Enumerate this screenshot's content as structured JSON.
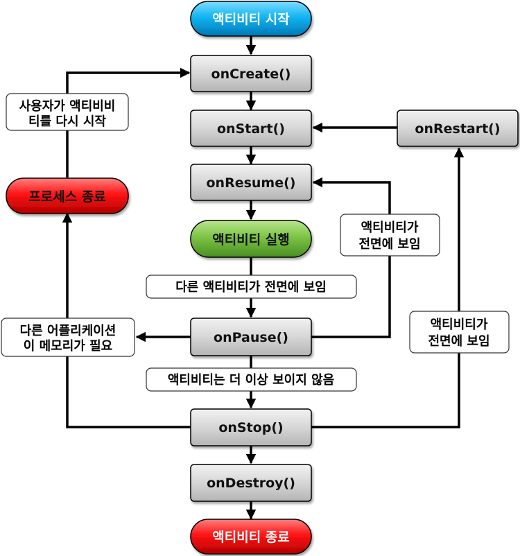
{
  "nodes": {
    "activity_start": "액티비티 시작",
    "on_create": "onCreate()",
    "on_start": "onStart()",
    "on_restart": "onRestart()",
    "on_resume": "onResume()",
    "activity_running": "액티비티 실행",
    "on_pause": "onPause()",
    "on_stop": "onStop()",
    "on_destroy": "onDestroy()",
    "activity_shutdown": "액티비티 종료",
    "process_killed": "프로세스 종료"
  },
  "labels": {
    "user_returns_line1": "사용자가 액티비비",
    "user_returns_line2": "티를 다시 시작",
    "another_activity_foreground": "다른 액티비티가 전면에 보임",
    "other_apps_need_memory_line1": "다른 어플리케이션",
    "other_apps_need_memory_line2": "이 메모리가 필요",
    "activity_no_longer_visible": "액티비티는 더 이상 보이지 않음",
    "back_to_foreground_resume_line1": "액티비티가",
    "back_to_foreground_resume_line2": "전면에 보임",
    "back_to_foreground_restart_line1": "액티비티가",
    "back_to_foreground_restart_line2": "전면에 보임"
  },
  "colors": {
    "start_fill": "#00aeef",
    "running_fill": "#76c043",
    "terminal_fill": "#ff1a1a",
    "method_fill": "#d4d4d4",
    "stroke": "#000000"
  }
}
